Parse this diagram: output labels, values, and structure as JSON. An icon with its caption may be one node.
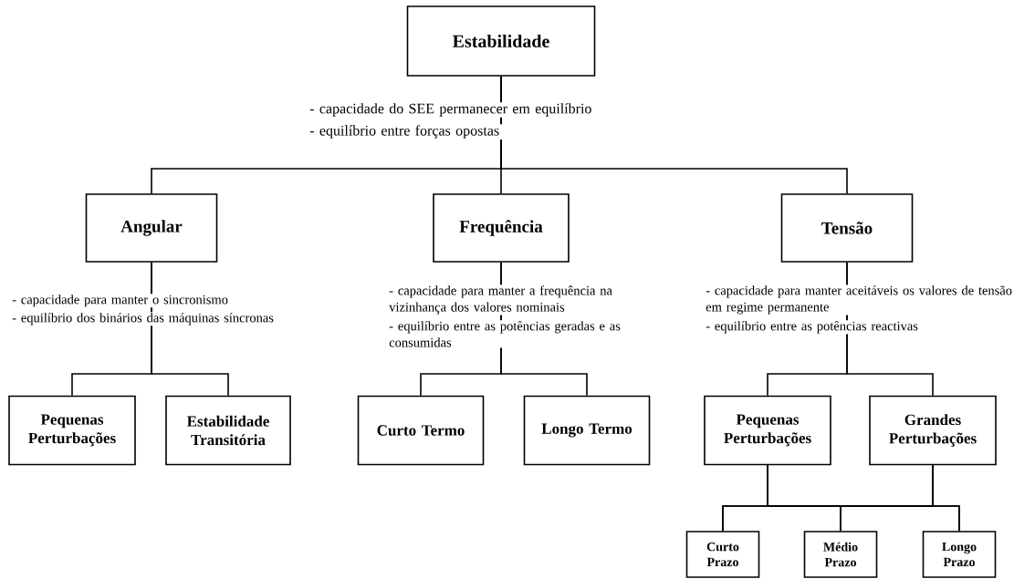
{
  "diagram": {
    "nodes": [
      {
        "text": [
          "Estabilidade"
        ]
      },
      {
        "text": [
          "Angular"
        ]
      },
      {
        "text": [
          "Frequência"
        ]
      },
      {
        "text": [
          "Tensão"
        ]
      },
      {
        "text": [
          "Pequenas Perturbações"
        ]
      },
      {
        "text": [
          "Estabilidade Transitória"
        ]
      },
      {
        "text": [
          "Curto Termo"
        ]
      },
      {
        "text": [
          "Longo Termo"
        ]
      },
      {
        "text": [
          "Pequenas Perturbações"
        ]
      },
      {
        "text": [
          "Grandes Perturbações"
        ]
      },
      {
        "text": [
          "Curto Prazo"
        ]
      },
      {
        "text": [
          "Médio Prazo"
        ]
      },
      {
        "text": [
          "Longo Prazo"
        ]
      }
    ],
    "edges": [
      {
        "from": 0,
        "to": 1,
        "arrow": "none"
      },
      {
        "from": 0,
        "to": 2,
        "arrow": "none"
      },
      {
        "from": 0,
        "to": 3,
        "arrow": "none"
      },
      {
        "from": 1,
        "to": 4,
        "arrow": "none"
      },
      {
        "from": 1,
        "to": 5,
        "arrow": "none"
      },
      {
        "from": 2,
        "to": 6,
        "arrow": "none"
      },
      {
        "from": 2,
        "to": 7,
        "arrow": "none"
      },
      {
        "from": 3,
        "to": 8,
        "arrow": "none"
      },
      {
        "from": 3,
        "to": 9,
        "arrow": "none"
      },
      {
        "from": 8,
        "to": 10,
        "arrow": "none"
      },
      {
        "from": 8,
        "to": 11,
        "arrow": "none"
      },
      {
        "from": 8,
        "to": 12,
        "arrow": "none"
      },
      {
        "from": 9,
        "to": 10,
        "arrow": "none"
      },
      {
        "from": 9,
        "to": 11,
        "arrow": "none"
      },
      {
        "from": 9,
        "to": 12,
        "arrow": "none"
      }
    ],
    "labels": [
      "- capacidade do SEE permanecer em equilíbrio",
      "- equilíbrio entre forças opostas",
      "- capacidade para manter o sincronismo",
      "- equilíbrio dos binários das máquinas síncronas",
      "- capacidade para manter a frequência na vizinhança dos valores nominais",
      "- equilíbrio entre as potências geradas e as consumidas",
      "- capacidade para manter aceitáveis os valores de tensão em regime permanente",
      "- equilíbrio entre as potências reactivas"
    ]
  }
}
